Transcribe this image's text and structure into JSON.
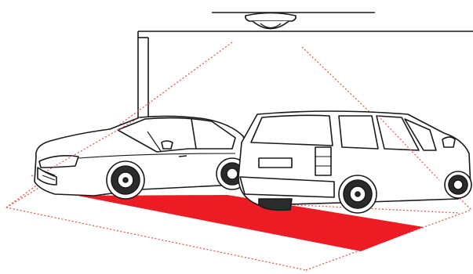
{
  "scene": {
    "colors": {
      "line": "#1a1a1a",
      "detection_zone": "#ed1c24",
      "field_of_view": "#e8584a",
      "background": "#ffffff",
      "car_fill": "#ffffff",
      "wheel_fill": "#2b2b2b"
    },
    "objects": [
      "ceiling-camera",
      "hatchback-car",
      "station-wagon-car",
      "red-detection-zone",
      "field-of-view-outline"
    ],
    "icons": {
      "camera": "dome-camera-icon"
    }
  }
}
